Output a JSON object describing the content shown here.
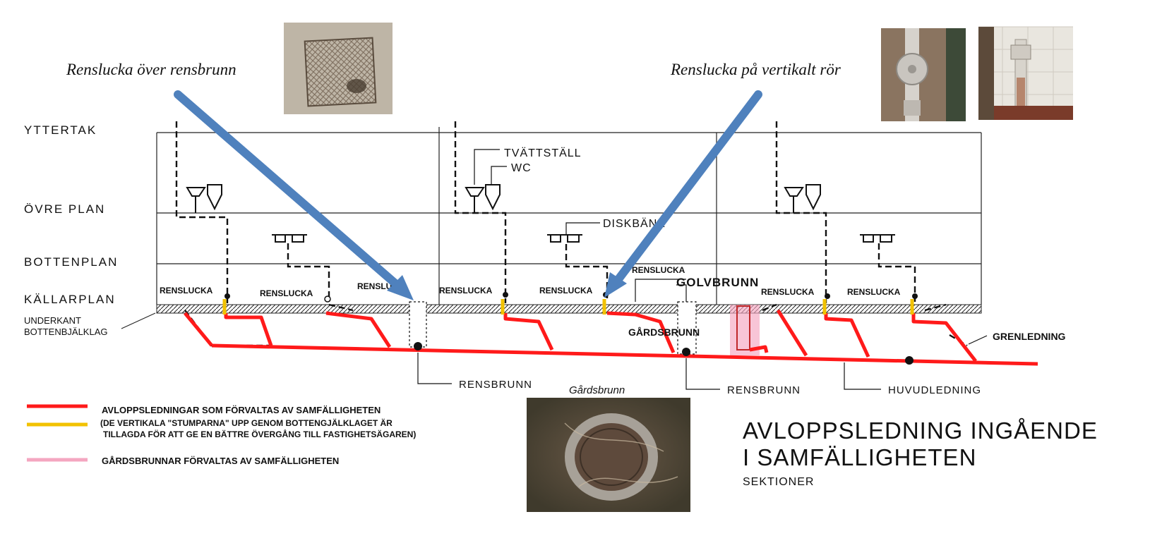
{
  "callouts": {
    "left": "Renslucka över rensbrunn",
    "right": "Renslucka på vertikalt rör",
    "gardsbrunn_caption": "Gårdsbrunn"
  },
  "levels": {
    "yttertak": "YTTERTAK",
    "ovre_plan": "ÖVRE PLAN",
    "bottenplan": "BOTTENPLAN",
    "kallarplan": "KÄLLARPLAN",
    "underkant_1": "UNDERKANT",
    "underkant_2": "BOTTENBJÄLKLAG"
  },
  "labels": {
    "tvattstall": "TVÄTTSTÄLL",
    "wc": "WC",
    "diskbank": "DISKBÄNK",
    "renslucka": "RENSLUCKA",
    "renslucka_partial": "RENSLUC",
    "golvbrunn": "GOLVBRUNN",
    "gardsbrunn": "GÅRDSBRUNN",
    "grenledning": "GRENLEDNING",
    "rensbrunn": "RENSBRUNN",
    "huvudledning": "HUVUDLEDNING"
  },
  "legend": {
    "red_line": "AVLOPPSLEDNINGAR SOM FÖRVALTAS AV SAMFÄLLIGHETEN",
    "yellow_line_1": "(DE VERTIKALA \"STUMPARNA\" UPP GENOM BOTTENGJÄLKLAGET ÄR",
    "yellow_line_2": "TILLAGDA FÖR ATT GE EN BÄTTRE ÖVERGÅNG TILL FASTIGHETSÄGAREN)",
    "pink_line": "GÅRDSBRUNNAR FÖRVALTAS AV SAMFÄLLIGHETEN"
  },
  "title": {
    "line1": "AVLOPPSLEDNING INGÅENDE",
    "line2": "I SAMFÄLLIGHETEN",
    "line3": "SEKTIONER"
  },
  "colors": {
    "pipe_red": "#ff1a1a",
    "stub_yellow": "#f2c200",
    "pink": "#f4a6c0",
    "arrow_blue": "#4f81bd"
  },
  "photos": [
    "grate-photo",
    "vertical-pipe-photo-1",
    "vertical-pipe-photo-2",
    "manhole-cover-photo"
  ]
}
